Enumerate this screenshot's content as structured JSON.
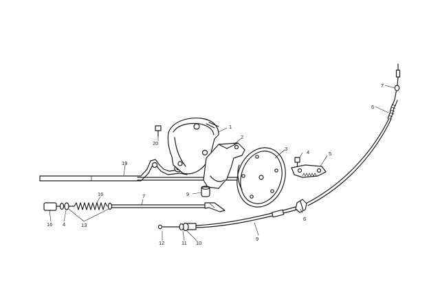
{
  "callouts": [
    {
      "id": "c1",
      "text": "1"
    },
    {
      "id": "c2",
      "text": "2"
    },
    {
      "id": "c3",
      "text": "3"
    },
    {
      "id": "c4a",
      "text": "4"
    },
    {
      "id": "c5",
      "text": "5"
    },
    {
      "id": "c6a",
      "text": "6"
    },
    {
      "id": "c6b",
      "text": "6"
    },
    {
      "id": "c7a",
      "text": "7"
    },
    {
      "id": "c7b",
      "text": "7"
    },
    {
      "id": "c9a",
      "text": "9"
    },
    {
      "id": "c9b",
      "text": "9"
    },
    {
      "id": "c10",
      "text": "10"
    },
    {
      "id": "c11",
      "text": "11"
    },
    {
      "id": "c12",
      "text": "12"
    },
    {
      "id": "c13",
      "text": "13"
    },
    {
      "id": "c14",
      "text": "4"
    },
    {
      "id": "c15",
      "text": "16"
    },
    {
      "id": "c16",
      "text": "16"
    },
    {
      "id": "c19",
      "text": "19"
    },
    {
      "id": "c20",
      "text": "20"
    }
  ]
}
